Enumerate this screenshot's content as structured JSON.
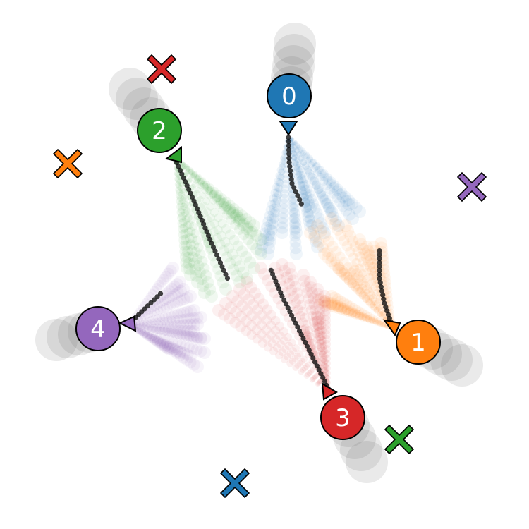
{
  "agents": [
    {
      "label": "0",
      "color": "#1f77b4"
    },
    {
      "label": "1",
      "color": "#ff7f0e"
    },
    {
      "label": "2",
      "color": "#2ca02c"
    },
    {
      "label": "3",
      "color": "#d62728"
    },
    {
      "label": "4",
      "color": "#9467bd"
    }
  ],
  "goal_marker": "x-cross",
  "colors": {
    "history_trail": "#555555",
    "prediction_path": "#111111",
    "outline": "#000000"
  }
}
